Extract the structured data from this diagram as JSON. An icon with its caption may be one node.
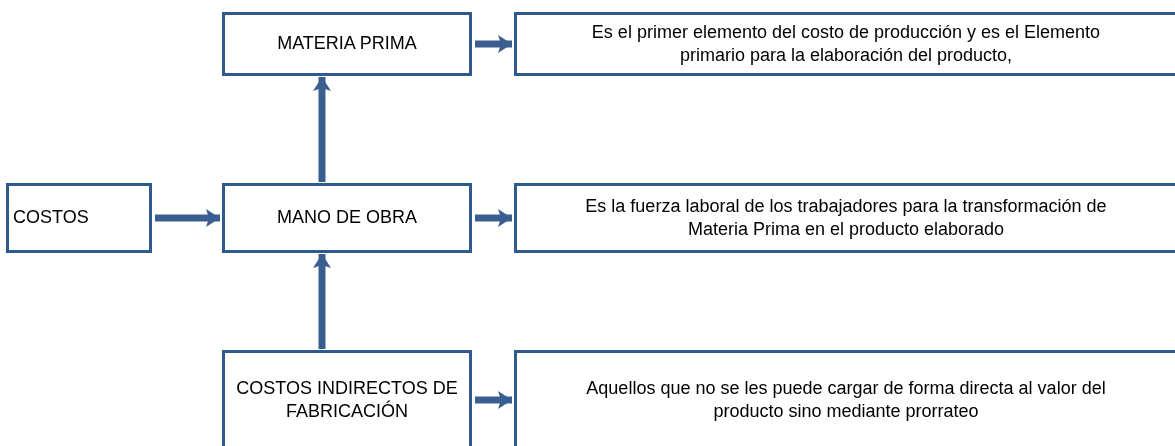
{
  "diagram": {
    "nodes": [
      {
        "text": [
          "COSTOS"
        ]
      },
      {
        "text": [
          "MATERIA PRIMA"
        ]
      },
      {
        "text": [
          "MANO DE OBRA"
        ]
      },
      {
        "text": [
          "COSTOS INDIRECTOS DE FABRICACIÓN"
        ]
      },
      {
        "text": [
          "Es el primer elemento del costo de producción y es el Elemento primario para la elaboración del producto,"
        ]
      },
      {
        "text": [
          "Es la fuerza laboral de los trabajadores para la transformación de Materia Prima en el producto elaborado"
        ]
      },
      {
        "text": [
          "Aquellos que no se les puede cargar de forma directa al valor del producto sino mediante prorrateo"
        ]
      }
    ],
    "edges": [
      {
        "from": 0,
        "to": 2,
        "arrow": "to"
      },
      {
        "from": 2,
        "to": 1,
        "arrow": "to"
      },
      {
        "from": 3,
        "to": 2,
        "arrow": "to"
      },
      {
        "from": 1,
        "to": 4,
        "arrow": "to"
      },
      {
        "from": 2,
        "to": 5,
        "arrow": "to"
      },
      {
        "from": 3,
        "to": 6,
        "arrow": "to"
      }
    ]
  }
}
